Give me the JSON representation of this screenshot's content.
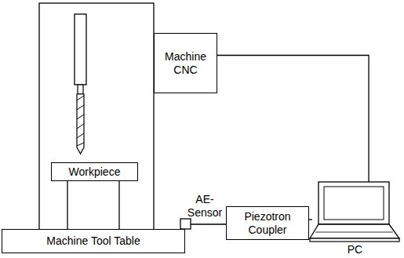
{
  "diagram": {
    "nodes": [
      {
        "text": [
          "Machine CNC"
        ]
      },
      {
        "text": [
          "Workpiece"
        ]
      },
      {
        "text": [
          "Piezotron Coupler"
        ]
      },
      {
        "text": [
          "Machine Tool Table"
        ]
      },
      {
        "text": [
          "PC"
        ]
      }
    ],
    "edges": [
      {
        "from": 0,
        "to": 4,
        "arrow": "none"
      },
      {
        "from": 2,
        "to": 4,
        "arrow": "none"
      }
    ],
    "labels": [
      "AE- Sensor"
    ]
  }
}
